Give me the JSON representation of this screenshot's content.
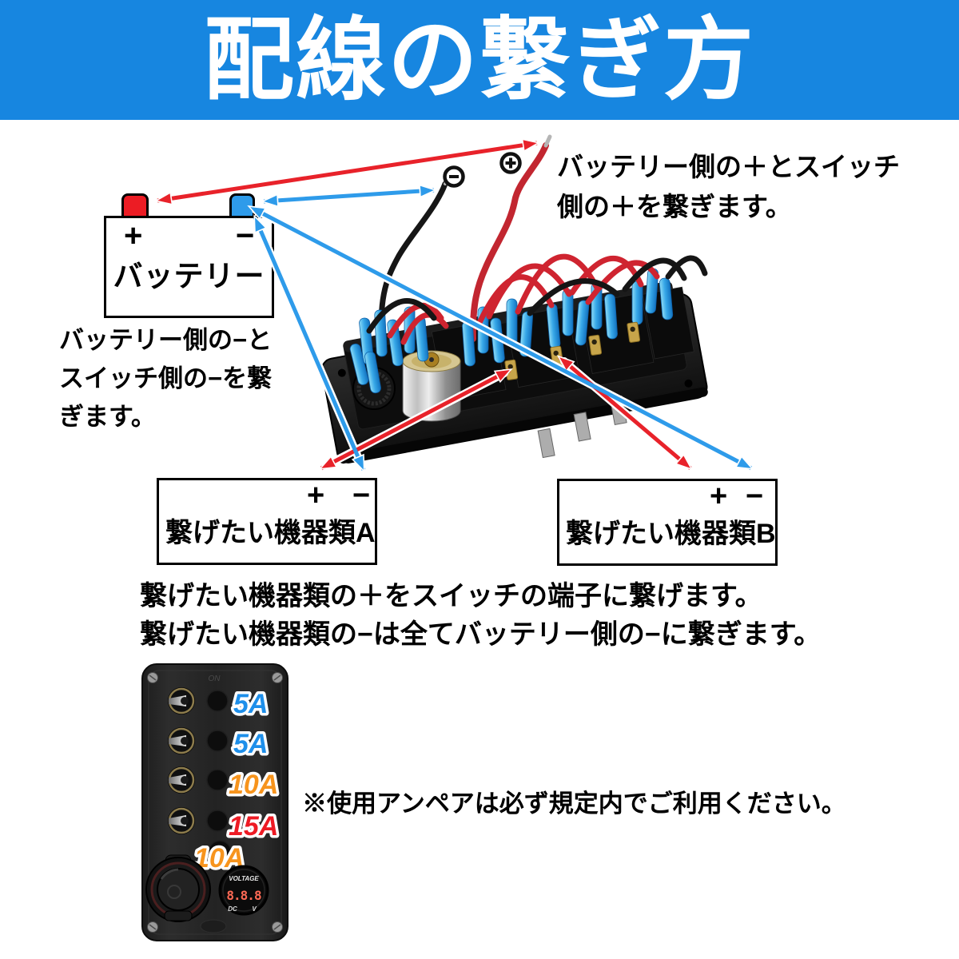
{
  "header": {
    "title": "配線の繋ぎ方"
  },
  "battery": {
    "label": "バッテリー",
    "plus": "+",
    "minus": "−"
  },
  "notes": {
    "plus_side": [
      "バッテリー側の＋とスイッチ",
      "側の＋を繋ぎます。"
    ],
    "minus_side": [
      "バッテリー側の−と",
      "スイッチ側の−を繋",
      "ぎます。"
    ]
  },
  "devices": {
    "a": {
      "label": "繋げたい機器類A",
      "plus": "+",
      "minus": "−"
    },
    "b": {
      "label": "繋げたい機器類B",
      "plus": "+",
      "minus": "−"
    }
  },
  "instructions": [
    "繋げたい機器類の＋をスイッチの端子に繋げます。",
    "繋げたい機器類の−は全てバッテリー側の−に繋ぎます。"
  ],
  "warning": "※使用アンペアは必ず規定内でご利用ください。",
  "fuse_panel": {
    "on_label": "ON",
    "fuse_labels": [
      {
        "text": "5A",
        "color": "#1E8FEA"
      },
      {
        "text": "5A",
        "color": "#1E8FEA"
      },
      {
        "text": "10A",
        "color": "#F7941D"
      },
      {
        "text": "15A",
        "color": "#EE1B24"
      },
      {
        "text": "10A",
        "color": "#F7941D"
      }
    ],
    "voltmeter": {
      "title": "VOLTAGE",
      "digits": "8.8.8",
      "dc_label": "DC",
      "v_label": "V"
    }
  },
  "colors": {
    "header_bg": "#1786E0",
    "arrow_red": "#E8222A",
    "arrow_blue": "#2E9BEA",
    "terminal_red": "#EC1C24",
    "terminal_blue": "#2E9BEA"
  }
}
